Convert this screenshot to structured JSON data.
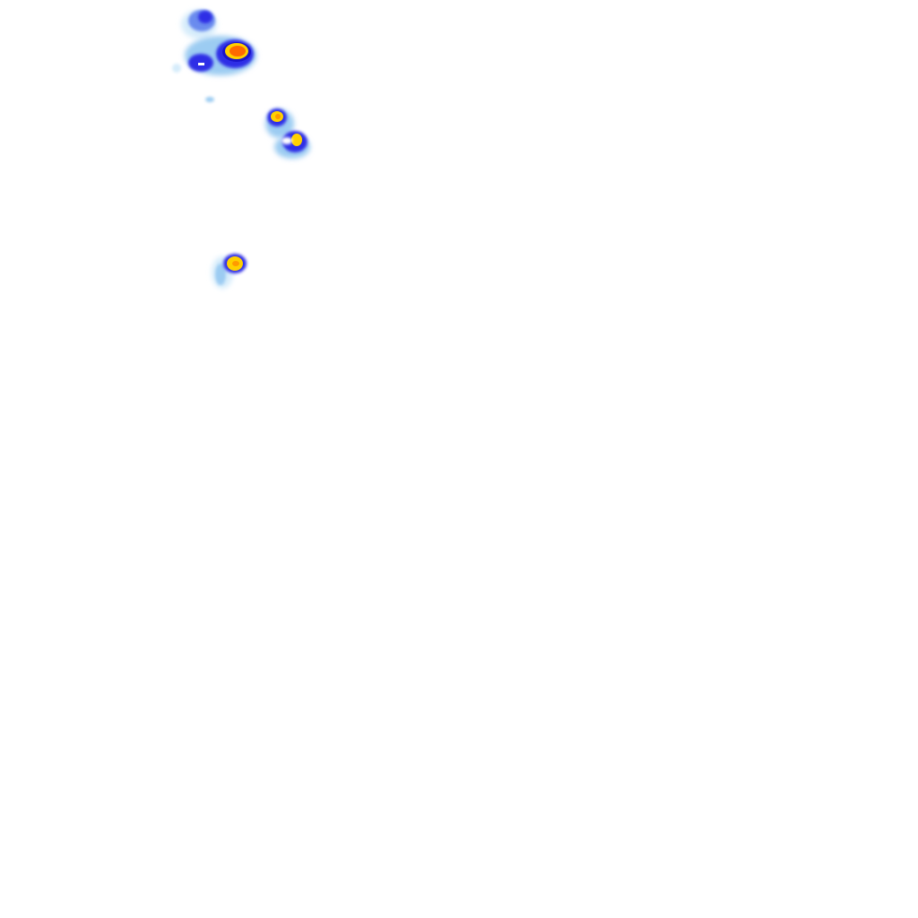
{
  "palette": {
    "background": "#ffffff",
    "faint": "#d6ecfb",
    "light": "#9cccf2",
    "medium": "#6a8bee",
    "strong": "#2f2fe6",
    "deep": "#1a14c8",
    "high": "#ffd000",
    "peak": "#ff9a00",
    "extreme": "#ff6a00"
  },
  "cells": [
    {
      "name": "cell-northwest-cap",
      "intensity": "medium"
    },
    {
      "name": "cell-north-core",
      "intensity": "extreme"
    },
    {
      "name": "cell-north-trailing",
      "intensity": "strong"
    },
    {
      "name": "cell-central-pair-a",
      "intensity": "high"
    },
    {
      "name": "cell-central-pair-b",
      "intensity": "high"
    },
    {
      "name": "cell-south",
      "intensity": "high"
    }
  ]
}
